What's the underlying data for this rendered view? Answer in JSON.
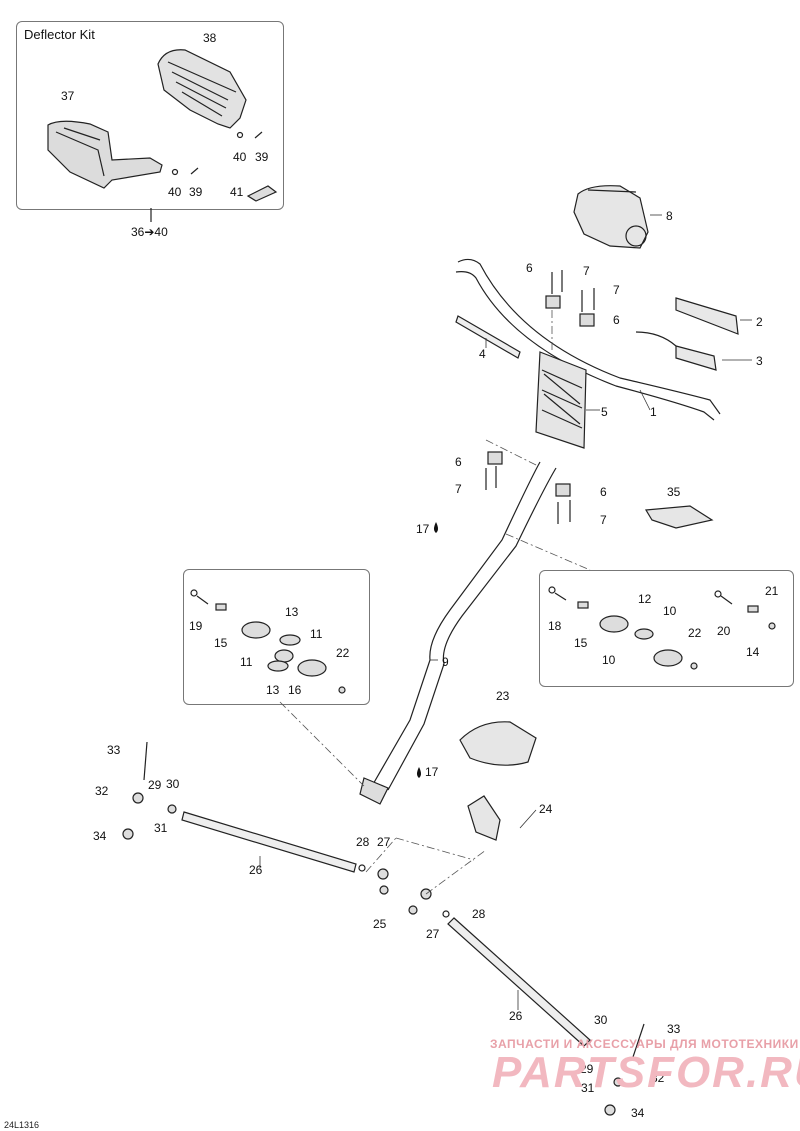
{
  "diagram": {
    "kit_title": "Deflector Kit",
    "kit_range": "36➔40",
    "figure_code": "24L1316",
    "watermark_top": "ЗАПЧАСТИ И АКСЕССУАРЫ ДЛЯ МОТОТЕХНИКИ",
    "watermark_logo": "PARTSFOR.RU",
    "parts": [
      "38",
      "37",
      "40",
      "39",
      "40",
      "39",
      "41",
      "8",
      "6",
      "7",
      "7",
      "2",
      "6",
      "4",
      "3",
      "5",
      "1",
      "6",
      "6",
      "35",
      "7",
      "7",
      "17",
      "13",
      "11",
      "19",
      "15",
      "11",
      "22",
      "13",
      "16",
      "12",
      "10",
      "21",
      "18",
      "15",
      "10",
      "22",
      "20",
      "14",
      "9",
      "23",
      "17",
      "33",
      "30",
      "32",
      "29",
      "31",
      "34",
      "24",
      "26",
      "28",
      "27",
      "25",
      "28",
      "27",
      "26",
      "30",
      "33",
      "29",
      "32",
      "31",
      "34"
    ]
  }
}
